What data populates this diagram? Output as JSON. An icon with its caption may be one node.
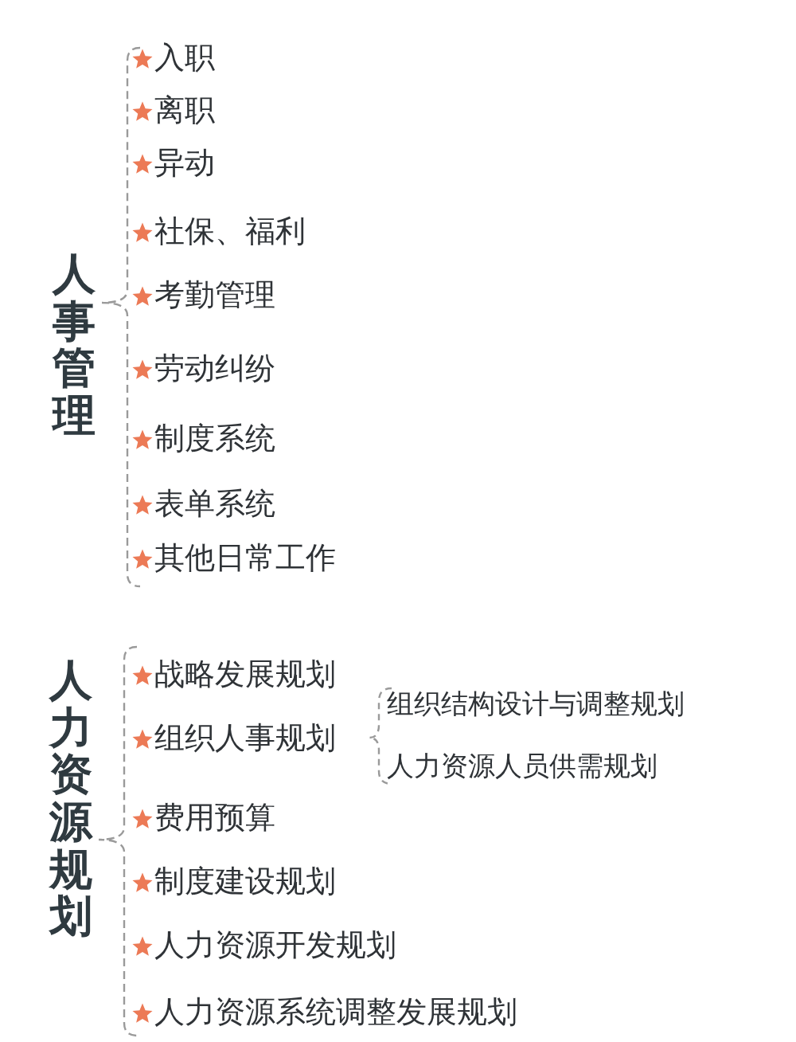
{
  "diagram": {
    "labels": [
      "人事管理",
      "入职",
      "离职",
      "异动",
      "社保、福利",
      "考勤管理",
      "劳动纠纷",
      "制度系统",
      "表单系统",
      "其他日常工作",
      "人力资源规划",
      "战略发展规划",
      "组织人事规划",
      "组织结构设计与调整规划",
      "人力资源人员供需规划",
      "费用预算",
      "制度建设规划",
      "人力资源开发规划",
      "人力资源系统调整发展规划"
    ]
  }
}
